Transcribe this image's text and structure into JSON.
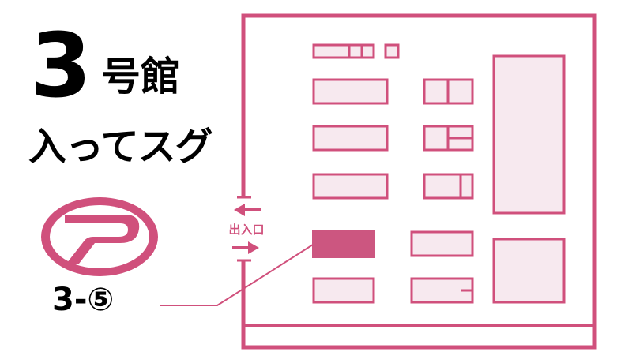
{
  "header": {
    "building_number": "3",
    "building_suffix": "号館",
    "subtitle": "入ってスグ"
  },
  "logo": {
    "icon": "parking-p-logo-icon"
  },
  "spot": {
    "label": "3-⑤"
  },
  "map": {
    "entrance_label": "出入口",
    "entrance_icons": [
      "arrow-left-icon",
      "arrow-right-icon"
    ]
  },
  "colors": {
    "accent": "#d0507c",
    "stall_fill": "#f7e9ef",
    "highlight_fill": "#cc5680",
    "text": "#000000"
  }
}
